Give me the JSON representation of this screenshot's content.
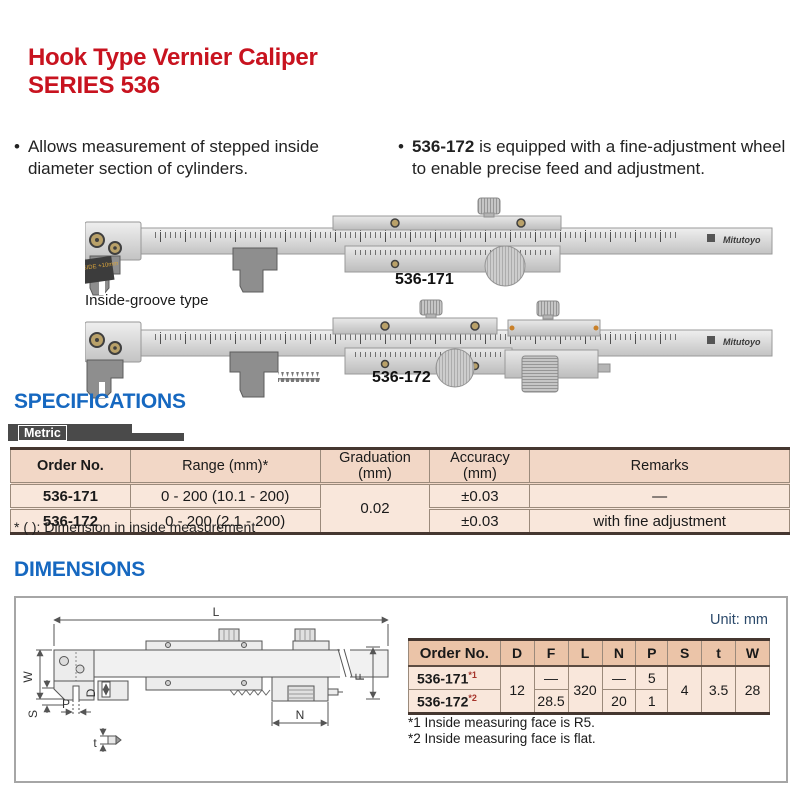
{
  "header": {
    "title_line1": "Hook Type Vernier Caliper",
    "title_line2": "SERIES 536"
  },
  "features": [
    {
      "lead": "",
      "text": "Allows measurement of stepped inside diameter section of cylinders."
    },
    {
      "lead": "536-172",
      "text": " is equipped with a fine-adjustment wheel to enable precise feed and adjustment."
    }
  ],
  "products": {
    "caliper1_label": "536-171",
    "caliper2_label": "536-172",
    "caliper2_type_label": "Inside-groove type",
    "brand": "Mitutoyo",
    "jaw_tag": "INSIDE +10mm"
  },
  "specifications": {
    "heading": "SPECIFICATIONS",
    "tab_label": "Metric",
    "columns": [
      "Order No.",
      "Range (mm)*",
      "Graduation (mm)",
      "Accuracy (mm)",
      "Remarks"
    ],
    "rows": [
      {
        "order_no": "536-171",
        "range": "0 - 200 (10.1 - 200)",
        "graduation": "0.02",
        "accuracy": "±0.03",
        "remarks": "—"
      },
      {
        "order_no": "536-172",
        "range": "0 - 200 (2.1 - 200)",
        "accuracy": "±0.03",
        "remarks": "with fine adjustment"
      }
    ],
    "footnote": "* ( ): Dimension in inside measurement"
  },
  "dimensions": {
    "heading": "DIMENSIONS",
    "unit_label": "Unit: mm",
    "drawing_labels": {
      "L": "L",
      "W": "W",
      "D": "D",
      "S": "S",
      "P": "P",
      "t": "t",
      "N": "N",
      "F": "F"
    },
    "columns": [
      "Order No.",
      "D",
      "F",
      "L",
      "N",
      "P",
      "S",
      "t",
      "W"
    ],
    "rows": [
      {
        "order_no": "536-171",
        "sup": "*1",
        "D": "12",
        "F": "—",
        "L": "320",
        "N": "—",
        "P": "5",
        "S": "4",
        "t": "3.5",
        "W": "28"
      },
      {
        "order_no": "536-172",
        "sup": "*2",
        "F": "28.5",
        "N": "20",
        "P": "1"
      }
    ],
    "footnotes": [
      "*1 Inside measuring face is R5.",
      "*2 Inside measuring face is flat."
    ]
  },
  "colors": {
    "accent_red": "#c8131f",
    "accent_blue": "#1668c0",
    "tab_gray": "#4a4a4a",
    "spec_header_bg": "#f2d7c6",
    "table_row_bg": "#f9e7db",
    "dims_header_bg": "#ebc4a8",
    "unit_text": "#2c4a6b",
    "caliper_steel": "#d9d9d9",
    "jaw_gray": "#8e8e8e"
  }
}
